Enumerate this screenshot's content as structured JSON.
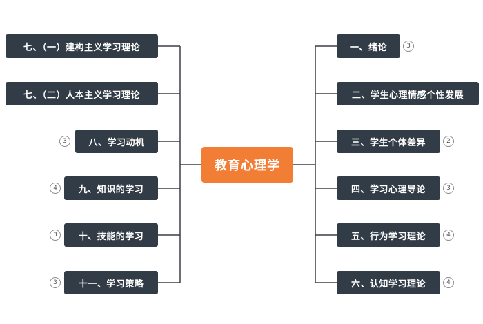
{
  "center": {
    "label": "教育心理学"
  },
  "left_nodes": [
    {
      "label": "七、（一）建构主义学习理论"
    },
    {
      "label": "七、（二）人本主义学习理论"
    },
    {
      "label": "八、学习动机",
      "badge": "3"
    },
    {
      "label": "九、知识的学习",
      "badge": "4"
    },
    {
      "label": "十、技能的学习",
      "badge": "3"
    },
    {
      "label": "十一、学习策略",
      "badge": "3"
    }
  ],
  "right_nodes": [
    {
      "label": "一、绪论",
      "badge": "3"
    },
    {
      "label": "二、学生心理情感个性发展"
    },
    {
      "label": "三、学生个体差异",
      "badge": "2"
    },
    {
      "label": "四、学习心理导论",
      "badge": "3"
    },
    {
      "label": "五、行为学习理论",
      "badge": "4"
    },
    {
      "label": "六、认知学习理论",
      "badge": "4"
    }
  ],
  "colors": {
    "center_fill": "#f27d35",
    "node_fill": "#323c47",
    "connector": "#3a3f45"
  }
}
